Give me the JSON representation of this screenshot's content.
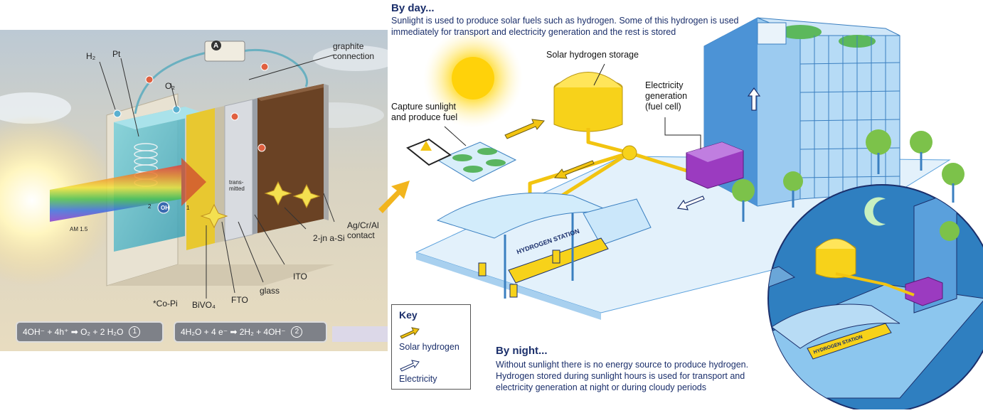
{
  "left_panel": {
    "labels": {
      "h2": "H₂",
      "pt": "Pt",
      "o2": "O₂",
      "ammeter": "A",
      "graphite_connection": "graphite connection",
      "transmitted": "trans- mitted",
      "am15": "AM 1.5",
      "ag_contact": "Ag/Cr/Al contact",
      "a_si": "2-jn a-Si",
      "ito": "ITO",
      "glass": "glass",
      "fto": "FTO",
      "bivo4": "BiVO₄",
      "copi": "*Co-Pi",
      "oh": "OH",
      "marker1": "1",
      "marker2": "2"
    },
    "equations": [
      {
        "text": "4OH⁻ + 4h⁺ ➡ O₂ + 2 H₂O",
        "number": "1"
      },
      {
        "text": "4H₂O + 4 e⁻ ➡ 2H₂ + 4OH⁻",
        "number": "2"
      }
    ]
  },
  "right_panel": {
    "day_title": "By day...",
    "day_text_1": "Sunlight is used to produce solar fuels such as hydrogen. Some of this hydrogen is used",
    "day_text_2": "immediately for transport and electricity generation and the rest is stored",
    "storage_label": "Solar hydrogen storage",
    "capture_1": "Capture sunlight",
    "capture_2": "and produce fuel",
    "elec_1": "Electricity",
    "elec_2": "generation",
    "elec_3": "(fuel cell)",
    "station_sign": "HYDROGEN STATION",
    "station_sign_night": "HYDROGEN STATION",
    "key_title": "Key",
    "key_solar": "Solar hydrogen",
    "key_electricity": "Electricity",
    "night_title": "By night...",
    "night_text_1": "Without sunlight there is no energy source to produce hydrogen.",
    "night_text_2": "Hydrogen stored during sunlight hours is used for transport and",
    "night_text_3": "electricity generation at night or during cloudy periods"
  },
  "colors": {
    "hydrogen_yellow": "#f2c410",
    "text_navy": "#1b2f6b",
    "fuel_cell_purple": "#8a2ea8",
    "building_blue": "#5aa0dc",
    "night_blue": "#2f7fc0"
  }
}
